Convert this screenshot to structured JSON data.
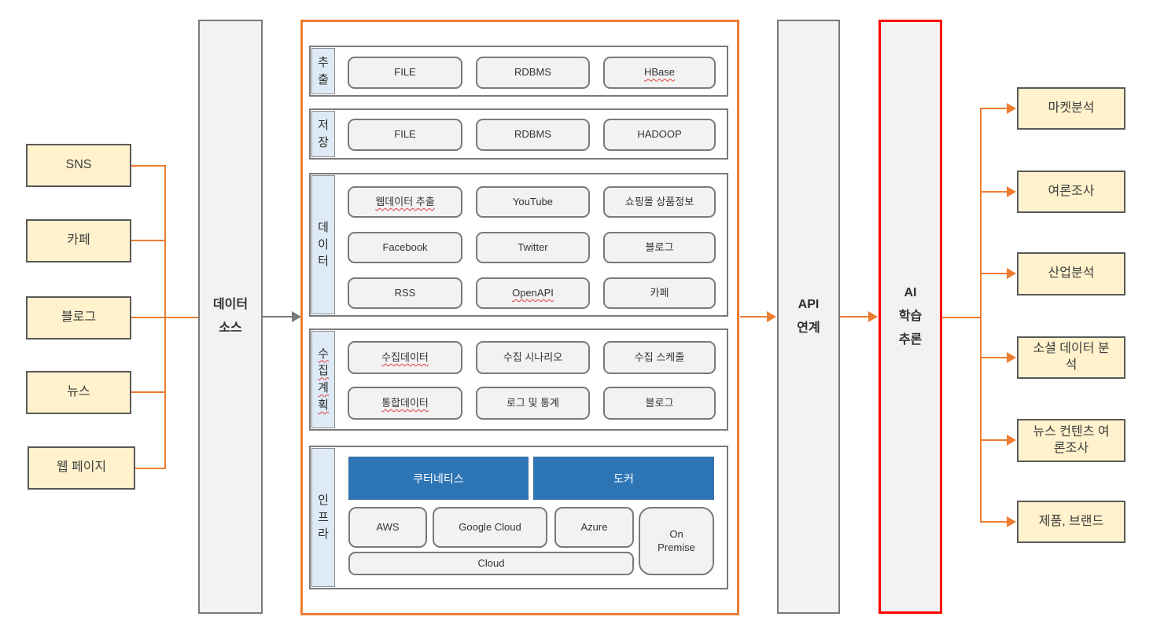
{
  "sources": {
    "items": [
      "SNS",
      "카페",
      "블로그",
      "뉴스",
      "웹 페이지"
    ]
  },
  "stages": {
    "data_source": [
      "데이터",
      "소스"
    ],
    "api": [
      "API",
      "연계"
    ],
    "ai": [
      "AI",
      "학습",
      "추론"
    ]
  },
  "pipeline": {
    "extract": {
      "label": "추출",
      "items": [
        "FILE",
        "RDBMS",
        "HBase"
      ]
    },
    "store": {
      "label": "저장",
      "items": [
        "FILE",
        "RDBMS",
        "HADOOP"
      ]
    },
    "data": {
      "label": "데이터",
      "items": [
        "웹데이터 추출",
        "YouTube",
        "쇼핑몰 상품정보",
        "Facebook",
        "Twitter",
        "블로그",
        "RSS",
        "OpenAPI",
        "카페"
      ]
    },
    "plan": {
      "label": "수집계획",
      "items": [
        "수집데이터",
        "수집 시나리오",
        "수집 스케줄",
        "통합데이터",
        "로그 및 통계",
        "블로그"
      ]
    },
    "infra": {
      "label": "인프라",
      "platforms": [
        "쿠터네티스",
        "도커"
      ],
      "providers": [
        "AWS",
        "Google Cloud",
        "Azure"
      ],
      "on_premise": "On Premise",
      "cloud": "Cloud"
    }
  },
  "outputs": {
    "items": [
      "마켓분석",
      "여론조사",
      "산업분석",
      "소셜 데이터 분석",
      "뉴스 컨텐츠 여론조사",
      "제품, 브랜드"
    ]
  },
  "colors": {
    "accent_orange": "#ED7D31",
    "accent_red": "#FE0000",
    "box_yellow": "#FFF2CC",
    "label_blue": "#DEEBF7",
    "platform_blue": "#2E75B6",
    "panel_gray": "#F2F2F2",
    "border_gray": "#7a7a7a",
    "border_dark": "#595959"
  }
}
